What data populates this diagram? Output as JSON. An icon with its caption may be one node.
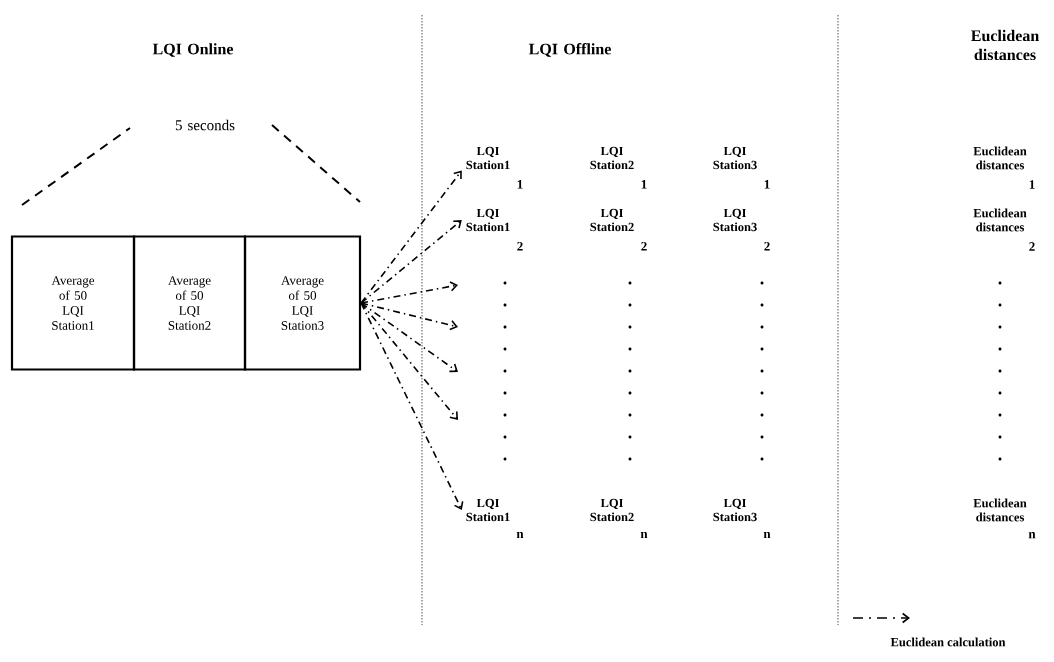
{
  "diagram": {
    "nodes": [
      {
        "text": [
          "Average of 50 LQI Station1"
        ]
      },
      {
        "text": [
          "Average of 50 LQI Station2"
        ]
      },
      {
        "text": [
          "Average of 50 LQI Station3"
        ]
      },
      {
        "text": [
          "LQI Station1"
        ],
        "beside": [
          "1"
        ]
      },
      {
        "text": [
          "LQI Station2"
        ],
        "beside": [
          "1"
        ]
      },
      {
        "text": [
          "LQI Station3"
        ],
        "beside": [
          "1"
        ]
      },
      {
        "text": [
          "Euclidean distances"
        ],
        "beside": [
          "1"
        ]
      },
      {
        "text": [
          "LQI Station1"
        ],
        "beside": [
          "2"
        ]
      },
      {
        "text": [
          "LQI Station2"
        ],
        "beside": [
          "2"
        ]
      },
      {
        "text": [
          "LQI Station3"
        ],
        "beside": [
          "2"
        ]
      },
      {
        "text": [
          "Euclidean distances"
        ],
        "beside": [
          "2"
        ]
      },
      {
        "text": [
          "LQI Station1"
        ],
        "beside": [
          "n"
        ]
      },
      {
        "text": [
          "LQI Station2"
        ],
        "beside": [
          "n"
        ]
      },
      {
        "text": [
          "LQI Station3"
        ],
        "beside": [
          "n"
        ]
      },
      {
        "text": [
          "Euclidean distances"
        ],
        "beside": [
          "n"
        ]
      }
    ],
    "edges": [
      {
        "from": 2,
        "to": 3,
        "arrow": "to"
      },
      {
        "from": 2,
        "to": 7,
        "arrow": "to"
      },
      {
        "from": 2,
        "to": null,
        "arrow": "to"
      },
      {
        "from": 2,
        "to": null,
        "arrow": "to"
      },
      {
        "from": 2,
        "to": null,
        "arrow": "to"
      },
      {
        "from": 2,
        "to": null,
        "arrow": "to"
      },
      {
        "from": 2,
        "to": 11,
        "arrow": "to"
      }
    ],
    "labels": [
      "LQI Online",
      "LQI Offline",
      "Euclidean distances",
      "5 seconds"
    ],
    "legend": [
      {
        "text": "Euclidean calculation"
      }
    ]
  }
}
